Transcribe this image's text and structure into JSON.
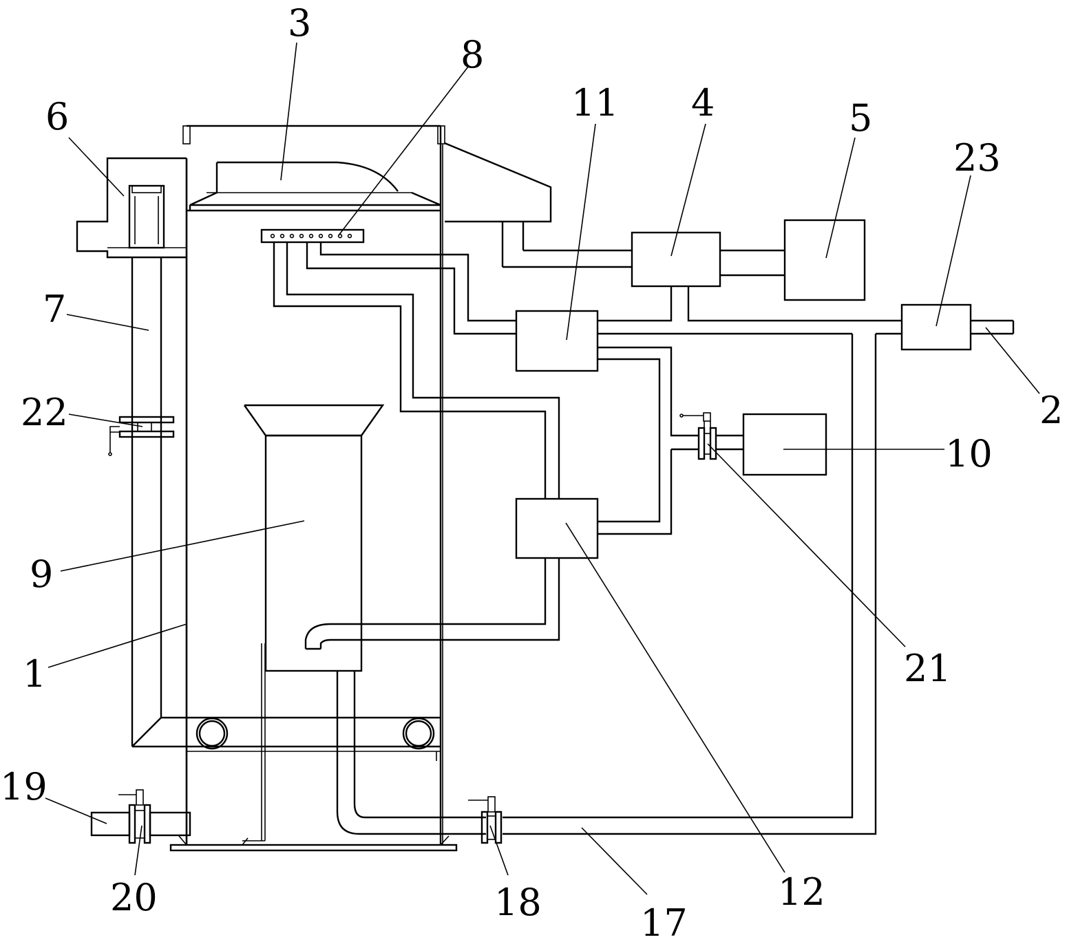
{
  "labels": {
    "l1": "1",
    "l2": "2",
    "l3": "3",
    "l4": "4",
    "l5": "5",
    "l6": "6",
    "l7": "7",
    "l8": "8",
    "l9": "9",
    "l10": "10",
    "l11": "11",
    "l12": "12",
    "l17": "17",
    "l18": "18",
    "l19": "19",
    "l20": "20",
    "l21": "21",
    "l22": "22",
    "l23": "23"
  }
}
